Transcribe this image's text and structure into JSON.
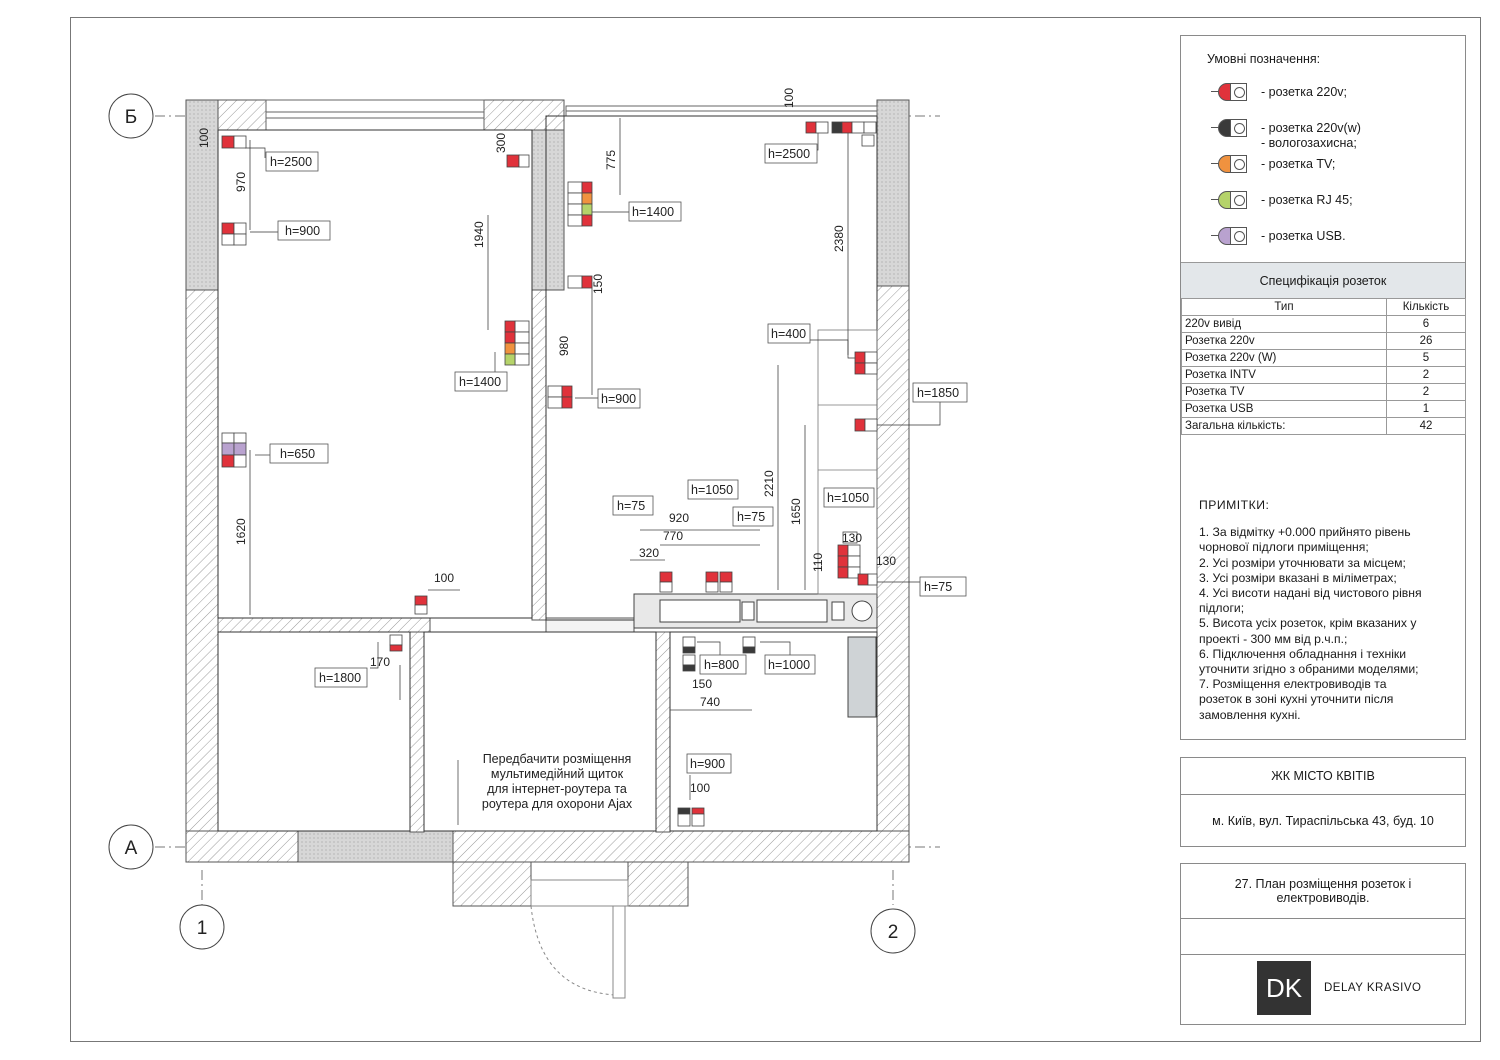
{
  "legend": {
    "title": "Умовні позначення:",
    "items": [
      {
        "label": "- розетка 220v;",
        "color": "#e0323b"
      },
      {
        "label": "- розетка 220v(w)",
        "label2": "- вологозахисна;",
        "color": "#3a3a3a"
      },
      {
        "label": "- розетка TV;",
        "color": "#f0923f"
      },
      {
        "label": "- розетка RJ 45;",
        "color": "#b5d36a"
      },
      {
        "label": "- розетка USB.",
        "color": "#b9a2cf"
      }
    ]
  },
  "spec": {
    "title": "Специфікація розеток",
    "headers": [
      "Тип",
      "Кількість"
    ],
    "rows": [
      [
        "220v вивід",
        "6"
      ],
      [
        "Розетка 220v",
        "26"
      ],
      [
        "Розетка 220v (W)",
        "5"
      ],
      [
        "Розетка INTV",
        "2"
      ],
      [
        "Розетка TV",
        "2"
      ],
      [
        "Розетка USB",
        "1"
      ],
      [
        "Загальна кількість:",
        "42"
      ]
    ]
  },
  "notes": {
    "title": "ПРИМІТКИ:",
    "lines": [
      "1. За відмітку +0.000 прийнято рівень",
      "чорнової підлоги приміщення;",
      "2. Усі розміри уточнювати за місцем;",
      "3. Усі розміри вказані в міліметрах;",
      "4. Усі  висоти надані від чистового рівня",
      "підлоги;",
      "5. Висота усіх розеток, крім вказаних у",
      "проекті - 300 мм від р.ч.п.;",
      "6. Підключення обладнання і техніки",
      "уточнити згідно з обраними моделями;",
      "7. Розміщення електровиводів та",
      "розеток в зоні кухні уточнити після",
      "замовлення кухні."
    ]
  },
  "project": {
    "name": "ЖК МІСТО КВІТІВ",
    "address": "м. Київ, вул. Тираспільська 43, буд. 10",
    "sheet_line1": "27. План розміщення розеток і",
    "sheet_line2": "електровиводів.",
    "logo": "DK",
    "studio": "DELAY KRASIVO"
  },
  "axes": {
    "top": "Б",
    "bottom": "А",
    "left": "1",
    "right": "2"
  },
  "heights": {
    "h2500_l": "h=2500",
    "h900_l": "h=900",
    "h1400_l": "h=1400",
    "h650": "h=650",
    "h1800": "h=1800",
    "h1400_k": "h=1400",
    "h900_k": "h=900",
    "h2500_r": "h=2500",
    "h400": "h=400",
    "h1850": "h=1850",
    "h75_a": "h=75",
    "h1050_a": "h=1050",
    "h75_b": "h=75",
    "h1050_b": "h=1050",
    "h75_c": "h=75",
    "h800": "h=800",
    "h1000": "h=1000",
    "h900_b": "h=900"
  },
  "dims": {
    "d100_tl": "100",
    "d970": "970",
    "d1620": "1620",
    "d300": "300",
    "d1940": "1940",
    "d775": "775",
    "d150_k": "150",
    "d980": "980",
    "d100_top": "100",
    "d2380": "2380",
    "d100_door": "100",
    "d170": "170",
    "d2210": "2210",
    "d1650": "1650",
    "d920": "920",
    "d770": "770",
    "d320": "320",
    "d130_a": "130",
    "d130_b": "130",
    "d110": "110",
    "d150_b": "150",
    "d740": "740",
    "d100_b": "100"
  },
  "note_text": {
    "l1": "Передбачити розміщення",
    "l2": "мультимедійний щиток",
    "l3": "для інтернет-роутера та",
    "l4": "роутера для охорони Ajax"
  }
}
